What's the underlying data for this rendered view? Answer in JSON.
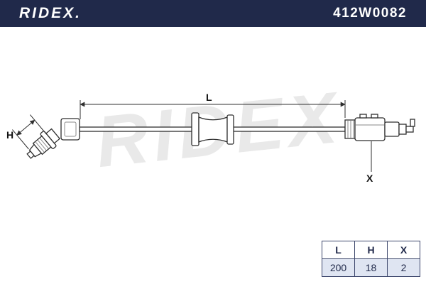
{
  "header": {
    "brand": "RIDEX.",
    "part_number": "412W0082"
  },
  "watermark": "RIDEX",
  "drawing": {
    "dim_length_label": "L",
    "dim_height_label": "H",
    "dim_x_label": "X"
  },
  "dimension_table": {
    "headers": [
      "L",
      "H",
      "X"
    ],
    "values": [
      "200",
      "18",
      "2"
    ]
  },
  "colors": {
    "header_bg": "#20294a",
    "header_text": "#ffffff",
    "drawing_line": "#2f2f2f",
    "watermark": "#e9e9e9",
    "table_text": "#20294a",
    "table_value_bg": "#dfe5f2"
  }
}
